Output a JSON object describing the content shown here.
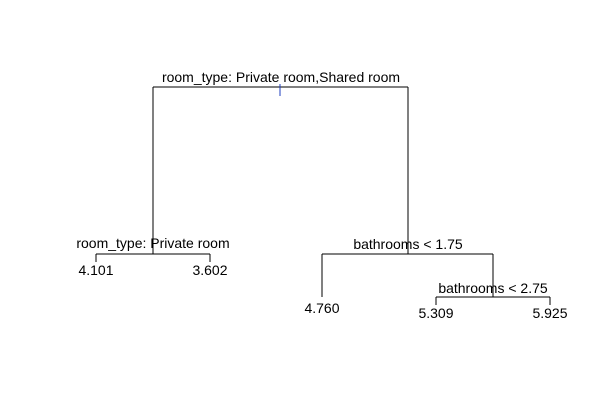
{
  "tree": {
    "splits": {
      "root": "room_type: Private room,Shared room",
      "left": "room_type: Private room",
      "right": "bathrooms < 1.75",
      "right_right": "bathrooms < 2.75"
    },
    "leaves": {
      "left_left": "4.101",
      "left_right": "3.602",
      "right_left": "4.760",
      "right_right_left": "5.309",
      "right_right_right": "5.925"
    }
  },
  "colors": {
    "lines": "#000000",
    "root_marker": "#1f3fbf",
    "text": "#000000",
    "background": "#ffffff"
  }
}
